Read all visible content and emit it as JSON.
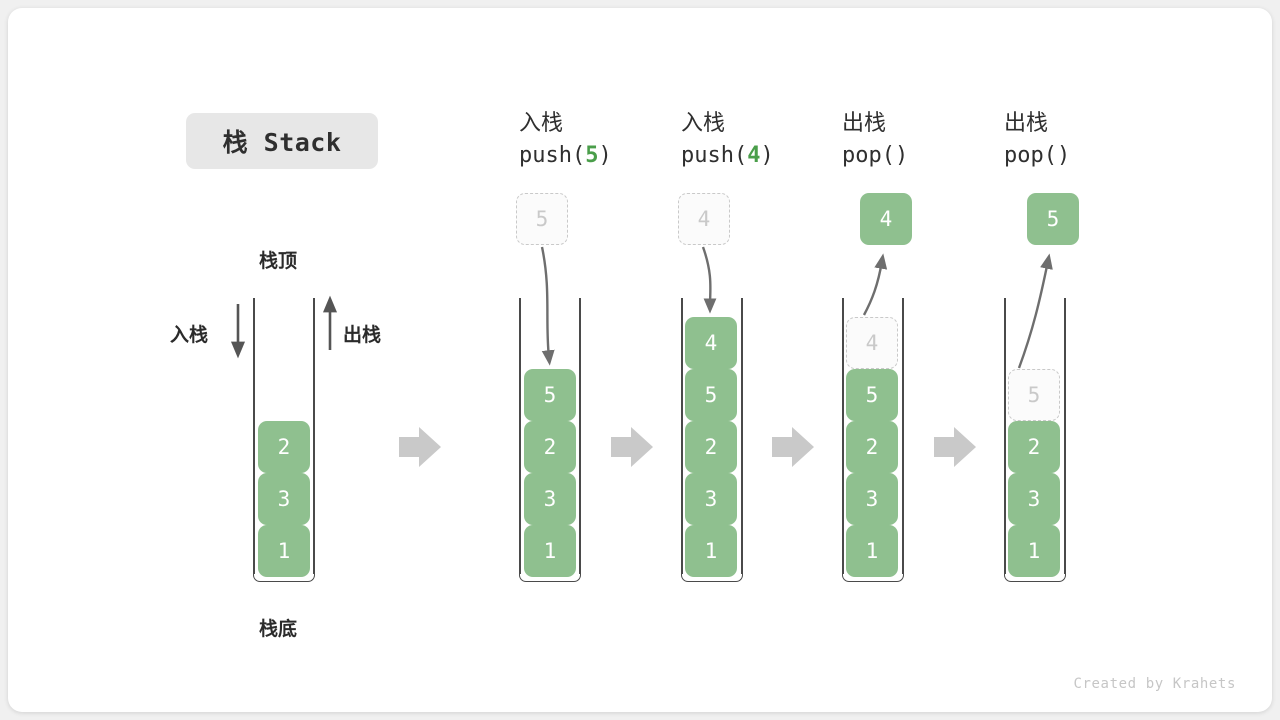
{
  "title": {
    "text": "栈 Stack"
  },
  "watermark": {
    "text": "Created by Krahets"
  },
  "left_stack": {
    "top_label": "栈顶",
    "bottom_label": "栈底",
    "push_label": "入栈",
    "pop_label": "出栈",
    "items": [
      "2",
      "3",
      "1"
    ]
  },
  "columns": [
    {
      "op": "push",
      "cjk": "入栈",
      "call_prefix": "push(",
      "call_num": "5",
      "call_suffix": ")",
      "ghost_above": "5",
      "ghost_above_visible": true,
      "result_above": "",
      "result_above_visible": false,
      "ghost_in_stack": "",
      "ghost_in_stack_visible": false,
      "items": [
        "5",
        "2",
        "3",
        "1"
      ],
      "arrow_dir": "down"
    },
    {
      "op": "push",
      "cjk": "入栈",
      "call_prefix": "push(",
      "call_num": "4",
      "call_suffix": ")",
      "ghost_above": "4",
      "ghost_above_visible": true,
      "result_above": "",
      "result_above_visible": false,
      "ghost_in_stack": "",
      "ghost_in_stack_visible": false,
      "items": [
        "4",
        "5",
        "2",
        "3",
        "1"
      ],
      "arrow_dir": "down"
    },
    {
      "op": "pop",
      "cjk": "出栈",
      "call_prefix": "pop(",
      "call_num": "",
      "call_suffix": ")",
      "ghost_above": "",
      "ghost_above_visible": false,
      "result_above": "4",
      "result_above_visible": true,
      "ghost_in_stack": "4",
      "ghost_in_stack_visible": true,
      "items": [
        "5",
        "2",
        "3",
        "1"
      ],
      "arrow_dir": "up"
    },
    {
      "op": "pop",
      "cjk": "出栈",
      "call_prefix": "pop(",
      "call_num": "",
      "call_suffix": ")",
      "ghost_above": "",
      "ghost_above_visible": false,
      "result_above": "5",
      "result_above_visible": true,
      "ghost_in_stack": "5",
      "ghost_in_stack_visible": true,
      "items": [
        "2",
        "3",
        "1"
      ],
      "arrow_dir": "up"
    }
  ],
  "separators": [
    "step-arrow",
    "step-arrow",
    "step-arrow",
    "step-arrow"
  ],
  "colors": {
    "box_green": "#8fc08f",
    "accent_green": "#4a9e4a",
    "ghost_border": "#c9c9c9",
    "arrow_gray": "#6e6e6e",
    "step_arrow_gray": "#c9c9c9",
    "badge_bg": "#e7e7e7"
  }
}
